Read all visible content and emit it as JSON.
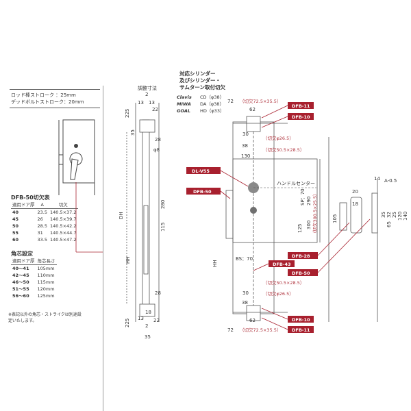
{
  "stroke_info": {
    "rod_label": "ロッド棒ストローク",
    "rod_value": "：25mm",
    "deadbolt_label": "デッドボルトストローク",
    "deadbolt_value": "：20mm"
  },
  "dfb50_table": {
    "title": "DFB-50切欠表",
    "headers": [
      "適用ドア厚",
      "A",
      "切欠"
    ],
    "rows": [
      [
        "40",
        "23.5",
        "140.5×37.2"
      ],
      [
        "45",
        "26",
        "140.5×39.7"
      ],
      [
        "50",
        "28.5",
        "140.5×42.2"
      ],
      [
        "55",
        "31",
        "140.5×44.7"
      ],
      [
        "60",
        "33.5",
        "140.5×47.2"
      ]
    ]
  },
  "core_table": {
    "title": "角芯設定",
    "headers": [
      "適用ドア厚",
      "角芯長さ"
    ],
    "rows": [
      [
        "40〜41",
        "105mm"
      ],
      [
        "42〜45",
        "110mm"
      ],
      [
        "46〜50",
        "115mm"
      ],
      [
        "51〜55",
        "120mm"
      ],
      [
        "56〜60",
        "125mm"
      ]
    ]
  },
  "note": "※表記以外の角芯・ストライクは別途設定いたします。",
  "cylinder": {
    "title_lines": [
      "対応シリンダー",
      "及びシリンダー・",
      "サムターン取付切欠"
    ],
    "brands": [
      {
        "name": "Clavis",
        "model": "CD（φ38）"
      },
      {
        "name": "MIWA",
        "model": "DA（φ38）"
      },
      {
        "name": "GOAL",
        "model": "HD（φ33）"
      }
    ]
  },
  "side_view": {
    "adjust_label": "調整寸法",
    "dims": [
      "2",
      "13",
      "13",
      "22",
      "225",
      "35",
      "28",
      "φ8",
      "280",
      "115",
      "DH",
      "HH",
      "28",
      "225",
      "35",
      "18",
      "22",
      "2",
      "13"
    ]
  },
  "front_view": {
    "dims": [
      "72",
      "62",
      "30",
      "38",
      "130",
      "SP：70",
      "290",
      "300",
      "125",
      "BS：70",
      "HH",
      "30",
      "38",
      "62",
      "72"
    ],
    "handle_center": "ハンドルセンター",
    "red_notes": [
      "（切欠72.5×35.5）",
      "（切欠φ26.5）",
      "（切欠50.5×28.5）",
      "（切欠300.5×25.5）",
      "（切欠50.5×28.5）",
      "（切欠φ26.5）",
      "（切欠72.5×35.5）"
    ]
  },
  "strike_view": {
    "dims": [
      "14",
      "A-0.5",
      "20",
      "18",
      "105",
      "35",
      "32",
      "25",
      "65",
      "120",
      "140"
    ]
  },
  "callouts": [
    "DFB-11",
    "DFB-10",
    "DL-V55",
    "DFB-50",
    "DFB-43",
    "DFB-28",
    "DFB-50",
    "DFB-10",
    "DFB-11"
  ],
  "colors": {
    "callout": "#a8202e",
    "line": "#555555",
    "cylinder": "#8a8a8a"
  }
}
